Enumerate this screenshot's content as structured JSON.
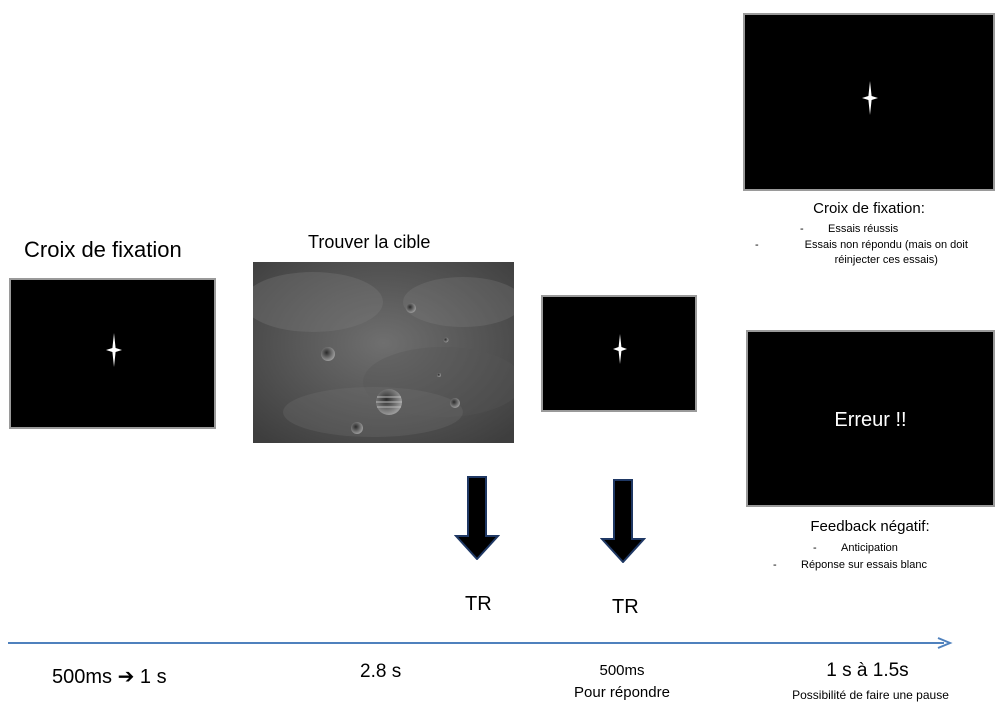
{
  "stage1": {
    "title": "Croix de fixation",
    "duration": "500ms ➔ 1 s"
  },
  "stage2": {
    "title": "Trouver la cible",
    "duration": "2.8 s"
  },
  "stage3": {
    "response_label": "TR",
    "duration": "500ms",
    "sub": "Pour répondre"
  },
  "stage2_response_label": "TR",
  "stage4": {
    "fixation_title": "Croix de fixation:",
    "fixation_items": [
      "Essais réussis",
      "Essais non répondu (mais on doit réinjecter ces essais)"
    ],
    "error_text": "Erreur !!",
    "feedback_title": "Feedback négatif:",
    "feedback_items": [
      "Anticipation",
      "Réponse sur essais blanc"
    ],
    "duration": "1 s à 1.5s",
    "sub": "Possibilité de faire une pause"
  },
  "bullet": "-",
  "colors": {
    "timeline": "#4f81bd",
    "arrow": "#000000",
    "arrow_outline": "#1f3864",
    "screen_border": "#9a9a9a"
  }
}
